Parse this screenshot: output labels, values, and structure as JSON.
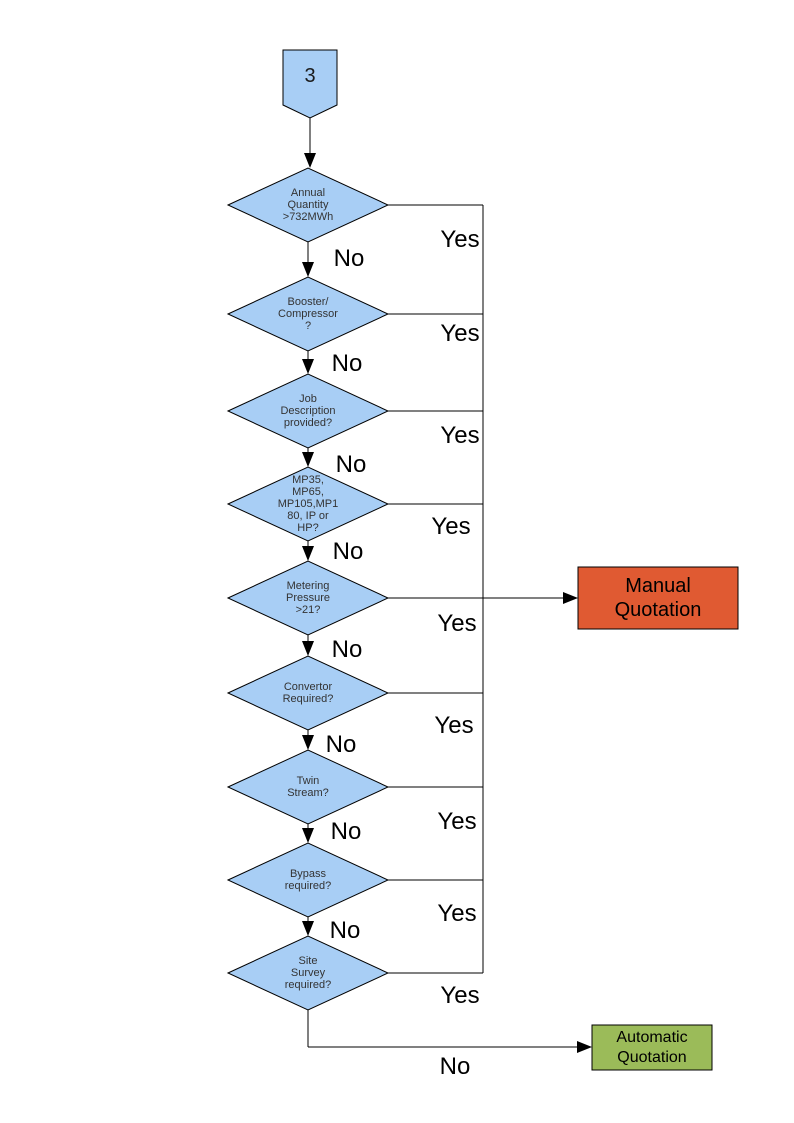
{
  "diagram": {
    "connector": {
      "label": "3"
    },
    "decisions": [
      {
        "label": "Annual\nQuantity\n>732MWh"
      },
      {
        "label": "Booster/\nCompressor\n?"
      },
      {
        "label": "Job\nDescription\nprovided?"
      },
      {
        "label": "MP35,\nMP65,\nMP105,MP1\n80, IP or\nHP?"
      },
      {
        "label": "Metering\nPressure\n>21?"
      },
      {
        "label": "Convertor\nRequired?"
      },
      {
        "label": "Twin\nStream?"
      },
      {
        "label": "Bypass\nrequired?"
      },
      {
        "label": "Site\nSurvey\nrequired?"
      }
    ],
    "branch_labels": {
      "yes": "Yes",
      "no": "No"
    },
    "outcomes": {
      "manual": {
        "label": "Manual\nQuotation",
        "color": "#e05a32"
      },
      "automatic": {
        "label": "Automatic\nQuotation",
        "color": "#9bbb59"
      }
    },
    "colors": {
      "decision_fill": "#a8cef5",
      "outline": "#000000"
    }
  }
}
